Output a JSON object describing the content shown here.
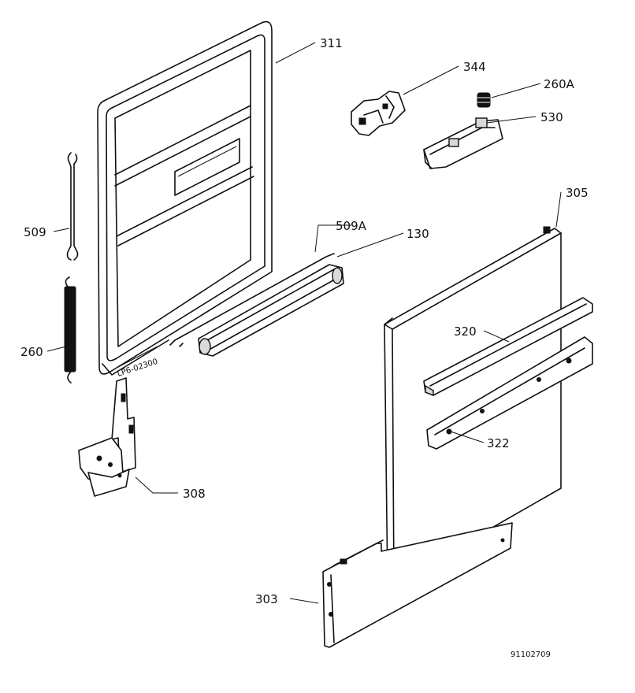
{
  "labels": {
    "p311": "311",
    "p344": "344",
    "p260a": "260A",
    "p530": "530",
    "p305": "305",
    "p509": "509",
    "p509a": "509A",
    "p130": "130",
    "p320": "320",
    "p260": "260",
    "p322": "322",
    "p308": "308",
    "p303": "303"
  },
  "drawing_ref": "91102709"
}
